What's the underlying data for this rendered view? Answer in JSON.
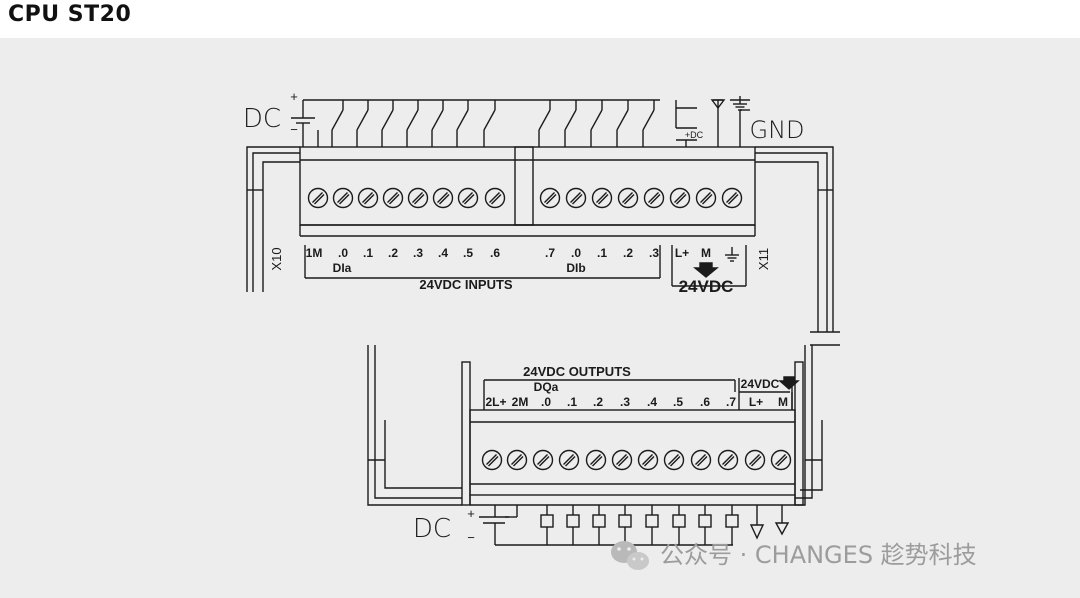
{
  "title": "CPU ST20",
  "top_wiring": {
    "dc_label": "DC",
    "plus": "+",
    "minus": "−",
    "plus_dc": "+DC",
    "gnd_label": "GND"
  },
  "top_block": {
    "left_id": "X10",
    "right_id": "X11",
    "terminals_a": [
      "1M",
      ".0",
      ".1",
      ".2",
      ".3",
      ".4",
      ".5",
      ".6"
    ],
    "terminals_b": [
      ".7",
      ".0",
      ".1",
      ".2",
      ".3"
    ],
    "terminals_pwr": [
      "L+",
      "M"
    ],
    "group_a": "DIa",
    "group_b": "DIb",
    "inputs_label": "24VDC INPUTS",
    "power_label": "24VDC"
  },
  "bottom_block": {
    "outputs_label": "24VDC OUTPUTS",
    "group": "DQa",
    "terminals": [
      "2L+",
      "2M",
      ".0",
      ".1",
      ".2",
      ".3",
      ".4",
      ".5",
      ".6",
      ".7"
    ],
    "terminals_pwr": [
      "L+",
      "M"
    ],
    "power_label": "24VDC"
  },
  "bottom_wiring": {
    "dc_label": "DC",
    "plus": "+",
    "minus": "−"
  },
  "watermark": {
    "text": "公众号 · CHANGES 趁势科技"
  }
}
